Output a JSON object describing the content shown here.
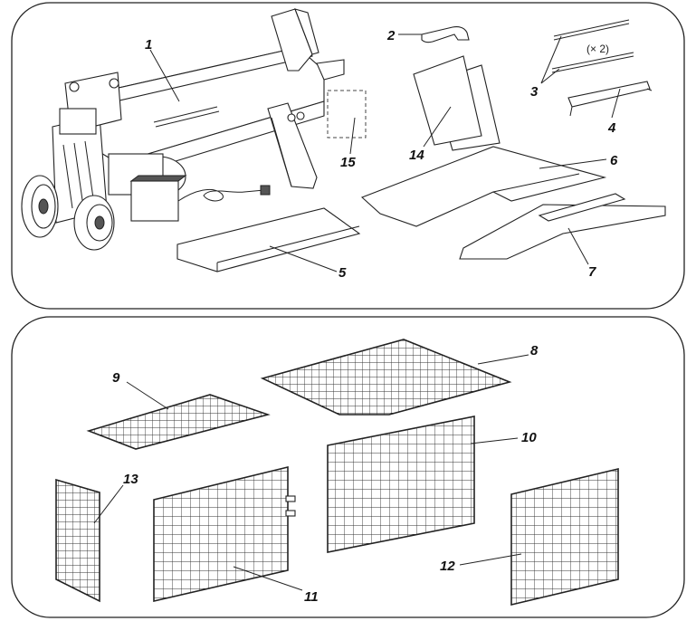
{
  "panels": [
    {
      "id": "top",
      "parts": [
        {
          "number": "1"
        },
        {
          "number": "2"
        },
        {
          "number": "3",
          "note": "(× 2)"
        },
        {
          "number": "4"
        },
        {
          "number": "5"
        },
        {
          "number": "6"
        },
        {
          "number": "7"
        },
        {
          "number": "14"
        },
        {
          "number": "15"
        }
      ]
    },
    {
      "id": "bottom",
      "parts": [
        {
          "number": "8"
        },
        {
          "number": "9"
        },
        {
          "number": "10"
        },
        {
          "number": "11"
        },
        {
          "number": "12"
        },
        {
          "number": "13"
        }
      ]
    }
  ]
}
